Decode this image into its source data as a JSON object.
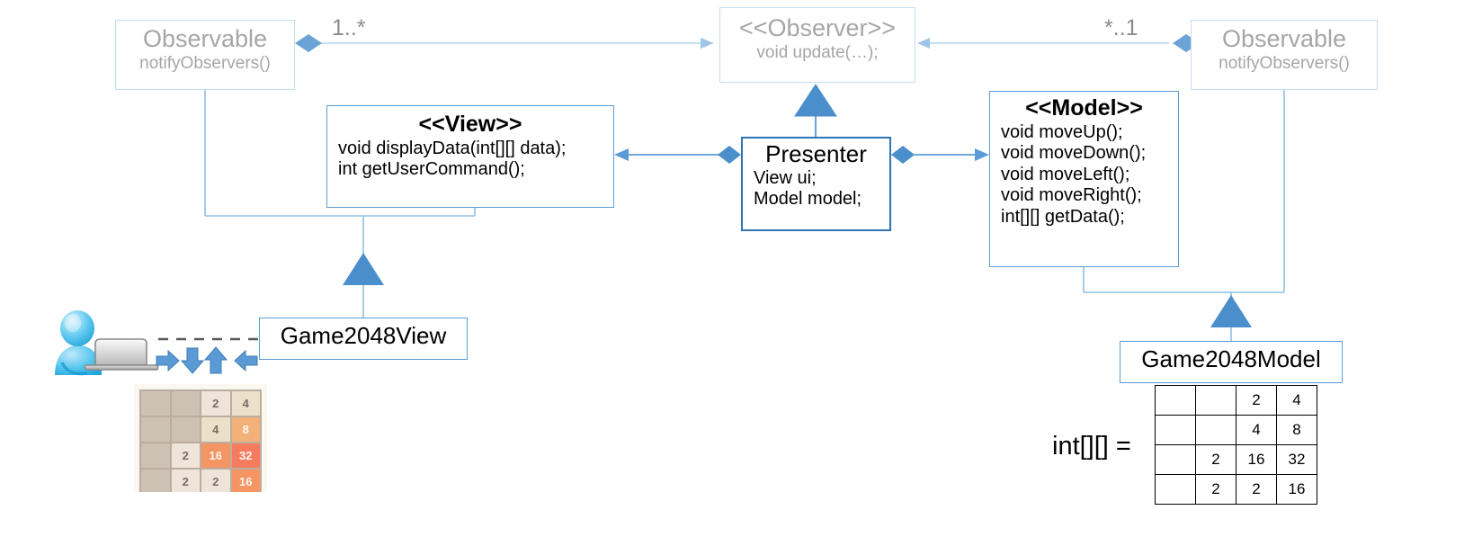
{
  "diagram": {
    "title": "MVP + Observer pattern class diagram for 2048 game",
    "accent_blue": "#2e75b6",
    "line_blue": "#5b9bd5",
    "ghost_blue": "#c3ddf2",
    "ghost_text": "#a6a6a6"
  },
  "nodes": {
    "observable_left": {
      "title": "Observable",
      "member": "notifyObservers()"
    },
    "observer": {
      "title": "<<Observer>>",
      "member": "void update(…);"
    },
    "observable_right": {
      "title": "Observable",
      "member": "notifyObservers()"
    },
    "view": {
      "title": "<<View>>",
      "members": [
        "void displayData(int[][] data);",
        "int getUserCommand();"
      ]
    },
    "presenter": {
      "title": "Presenter",
      "members": [
        "View ui;",
        "Model model;"
      ]
    },
    "model": {
      "title": "<<Model>>",
      "members": [
        "void moveUp();",
        "void moveDown();",
        "void moveLeft();",
        "void moveRight();",
        "int[][] getData();"
      ]
    },
    "game2048view": {
      "title": "Game2048View"
    },
    "game2048model": {
      "title": "Game2048Model"
    }
  },
  "labels": {
    "multiplicity_left": "1..*",
    "multiplicity_right": "*..1",
    "int_array_equals": "int[][] ="
  },
  "icons": {
    "user_laptop": "user-laptop-icon",
    "arrow_right": "arrow-right-icon",
    "arrow_down": "arrow-down-icon",
    "arrow_up": "arrow-up-icon",
    "arrow_left": "arrow-left-icon"
  },
  "game_board": {
    "rows": [
      [
        "",
        "",
        "2",
        "4"
      ],
      [
        "",
        "",
        "4",
        "8"
      ],
      [
        "",
        "2",
        "16",
        "32"
      ],
      [
        "",
        "2",
        "2",
        "16"
      ]
    ],
    "tile_colors": {
      "empty": "#cdc1b4",
      "2": "#eee4da",
      "4": "#ede0c8",
      "8": "#f2b179",
      "16": "#f59563",
      "32": "#f67c5f",
      "board_bg": "#bbada0",
      "page_bg": "#faf8ef"
    },
    "tile_text_colors": {
      "light": "#f9f6f2",
      "dark": "#776e65"
    }
  },
  "model_table": {
    "rows": [
      [
        "",
        "",
        "2",
        "4"
      ],
      [
        "",
        "",
        "4",
        "8"
      ],
      [
        "",
        "2",
        "16",
        "32"
      ],
      [
        "",
        "2",
        "2",
        "16"
      ]
    ]
  }
}
